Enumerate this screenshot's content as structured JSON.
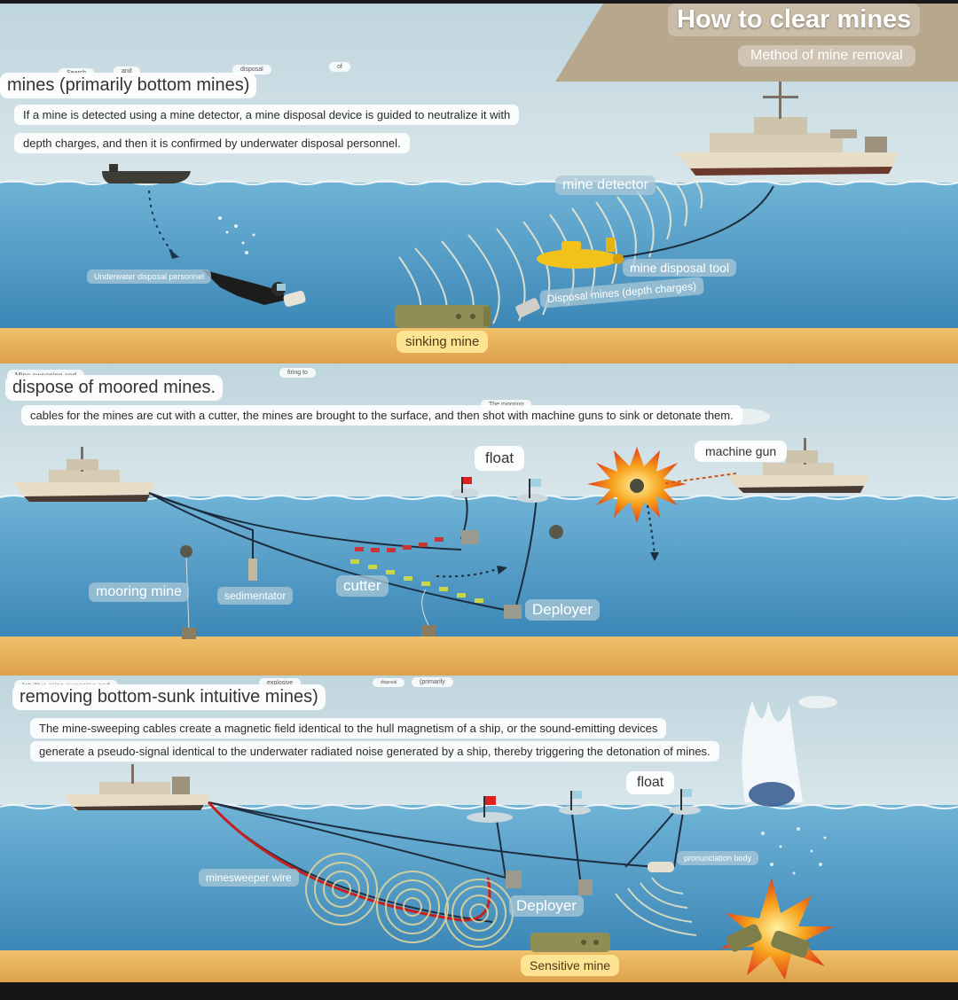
{
  "title": "How to clear mines",
  "subtitle": "Method of mine removal",
  "section1": {
    "tiny_tags": [
      "Search",
      "and",
      "disposal",
      "of"
    ],
    "heading": "mines (primarily bottom mines)",
    "desc_line1": "If a mine is detected using a mine detector, a mine disposal device is guided to neutralize it with",
    "desc_line2": "depth charges, and then it is confirmed by underwater disposal personnel.",
    "labels": {
      "mine_detector": "mine detector",
      "mine_disposal_tool": "mine disposal tool",
      "disposal_mines": "Disposal mines (depth charges)",
      "underwater_personnel": "Underwater disposal personnel",
      "sinking_mine": "sinking mine"
    }
  },
  "section2": {
    "tiny_tags": [
      "Mine sweeping and",
      "firing to",
      "The mooring"
    ],
    "heading": "dispose of moored mines.",
    "desc": "cables for the mines are cut with a cutter, the mines are brought to the surface, and then shot with machine guns to sink or detonate them.",
    "labels": {
      "float": "float",
      "machine_gun": "machine gun",
      "mooring_mine": "mooring mine",
      "sedimentator": "sedimentator",
      "cutter": "cutter",
      "deployer": "Deployer"
    }
  },
  "section3": {
    "tiny_tags": [
      "Intuitive mine sweeping and",
      "explosive",
      "disposal",
      "(primarily"
    ],
    "heading": "removing bottom-sunk intuitive mines)",
    "desc_line1": "The mine-sweeping cables create a magnetic field identical to the hull magnetism of a ship, or the sound-emitting devices",
    "desc_line2": "generate a pseudo-signal identical to the underwater radiated noise generated by a ship, thereby triggering the detonation of mines.",
    "labels": {
      "float": "float",
      "pronunciation_body": "pronunciation body",
      "minesweeper_wire": "minesweeper wire",
      "deployer": "Deployer",
      "sensitive_mine": "Sensitive mine"
    }
  },
  "colors": {
    "sky": "#c8dbe3",
    "water": "#4f9cc6",
    "sand": "#e8b25c",
    "title_banner": "#b8a88e",
    "mine_tool": "#f2c21a",
    "explosion": "#f08a1a",
    "wire_red": "#d21a1a"
  }
}
